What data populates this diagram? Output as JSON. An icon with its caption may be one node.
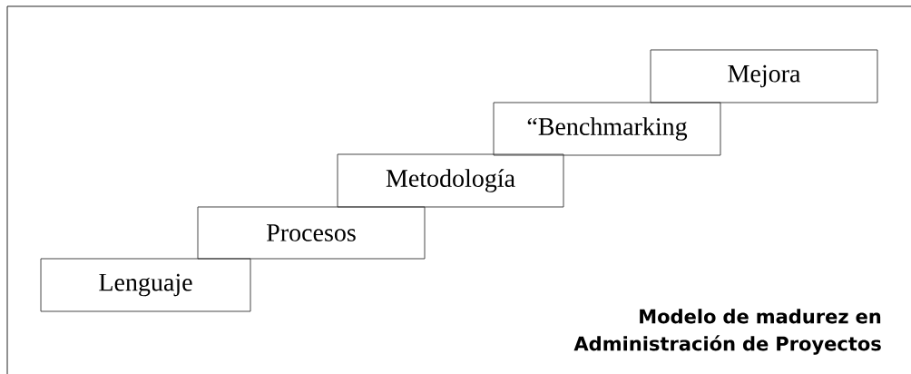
{
  "diagram": {
    "title": "Modelo de madurez en Administración de Proyectos",
    "nodes": [
      {
        "text": [
          "Lenguaje"
        ]
      },
      {
        "text": [
          "Procesos"
        ]
      },
      {
        "text": [
          "Metodología"
        ]
      },
      {
        "text": [
          "“Benchmarking"
        ]
      },
      {
        "text": [
          "Mejora"
        ]
      }
    ]
  }
}
